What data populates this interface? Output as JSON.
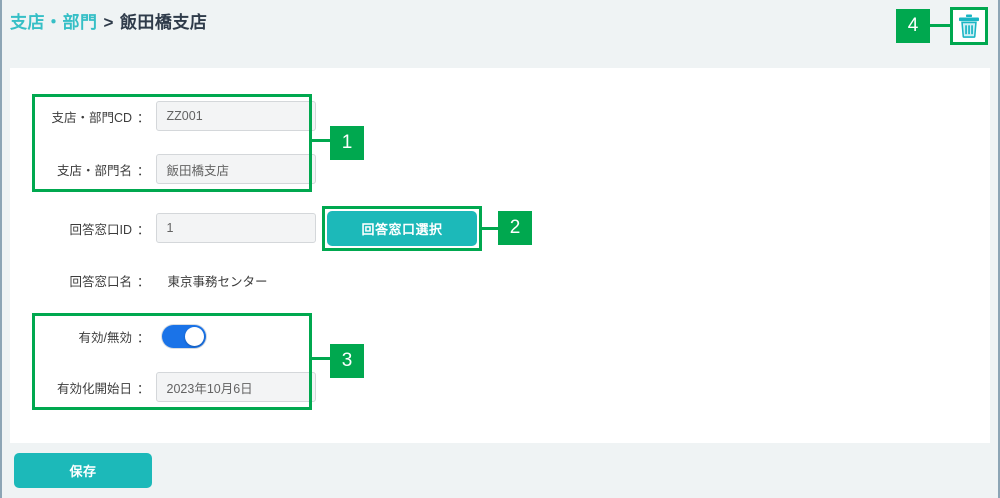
{
  "breadcrumb": {
    "parent": "支店・部門",
    "separator": ">",
    "current": "飯田橋支店"
  },
  "header": {
    "delete_icon": "trash-icon"
  },
  "form": {
    "dept_code": {
      "label": "支店・部門CD",
      "colon": "：",
      "value": "ZZ001"
    },
    "dept_name": {
      "label": "支店・部門名",
      "colon": "：",
      "value": "飯田橋支店"
    },
    "counter_id": {
      "label": "回答窓口ID",
      "colon": "：",
      "value": "1"
    },
    "counter_name": {
      "label": "回答窓口名",
      "colon": "：",
      "value": "東京事務センター"
    },
    "enabled": {
      "label": "有効/無効",
      "colon": "：",
      "state": "on"
    },
    "start_date": {
      "label": "有効化開始日",
      "colon": "：",
      "value": "2023年10月6日"
    }
  },
  "buttons": {
    "select_counter": "回答窓口選択",
    "save": "保存"
  },
  "annotations": [
    {
      "number": "1"
    },
    {
      "number": "2"
    },
    {
      "number": "3"
    },
    {
      "number": "4"
    }
  ],
  "colors": {
    "accent_teal": "#1cb9b9",
    "breadcrumb_link": "#36bfc6",
    "annotation_green": "#00a84f",
    "toggle_on_blue": "#1a73e8",
    "page_bg": "#eff3f4",
    "card_bg": "#ffffff"
  }
}
